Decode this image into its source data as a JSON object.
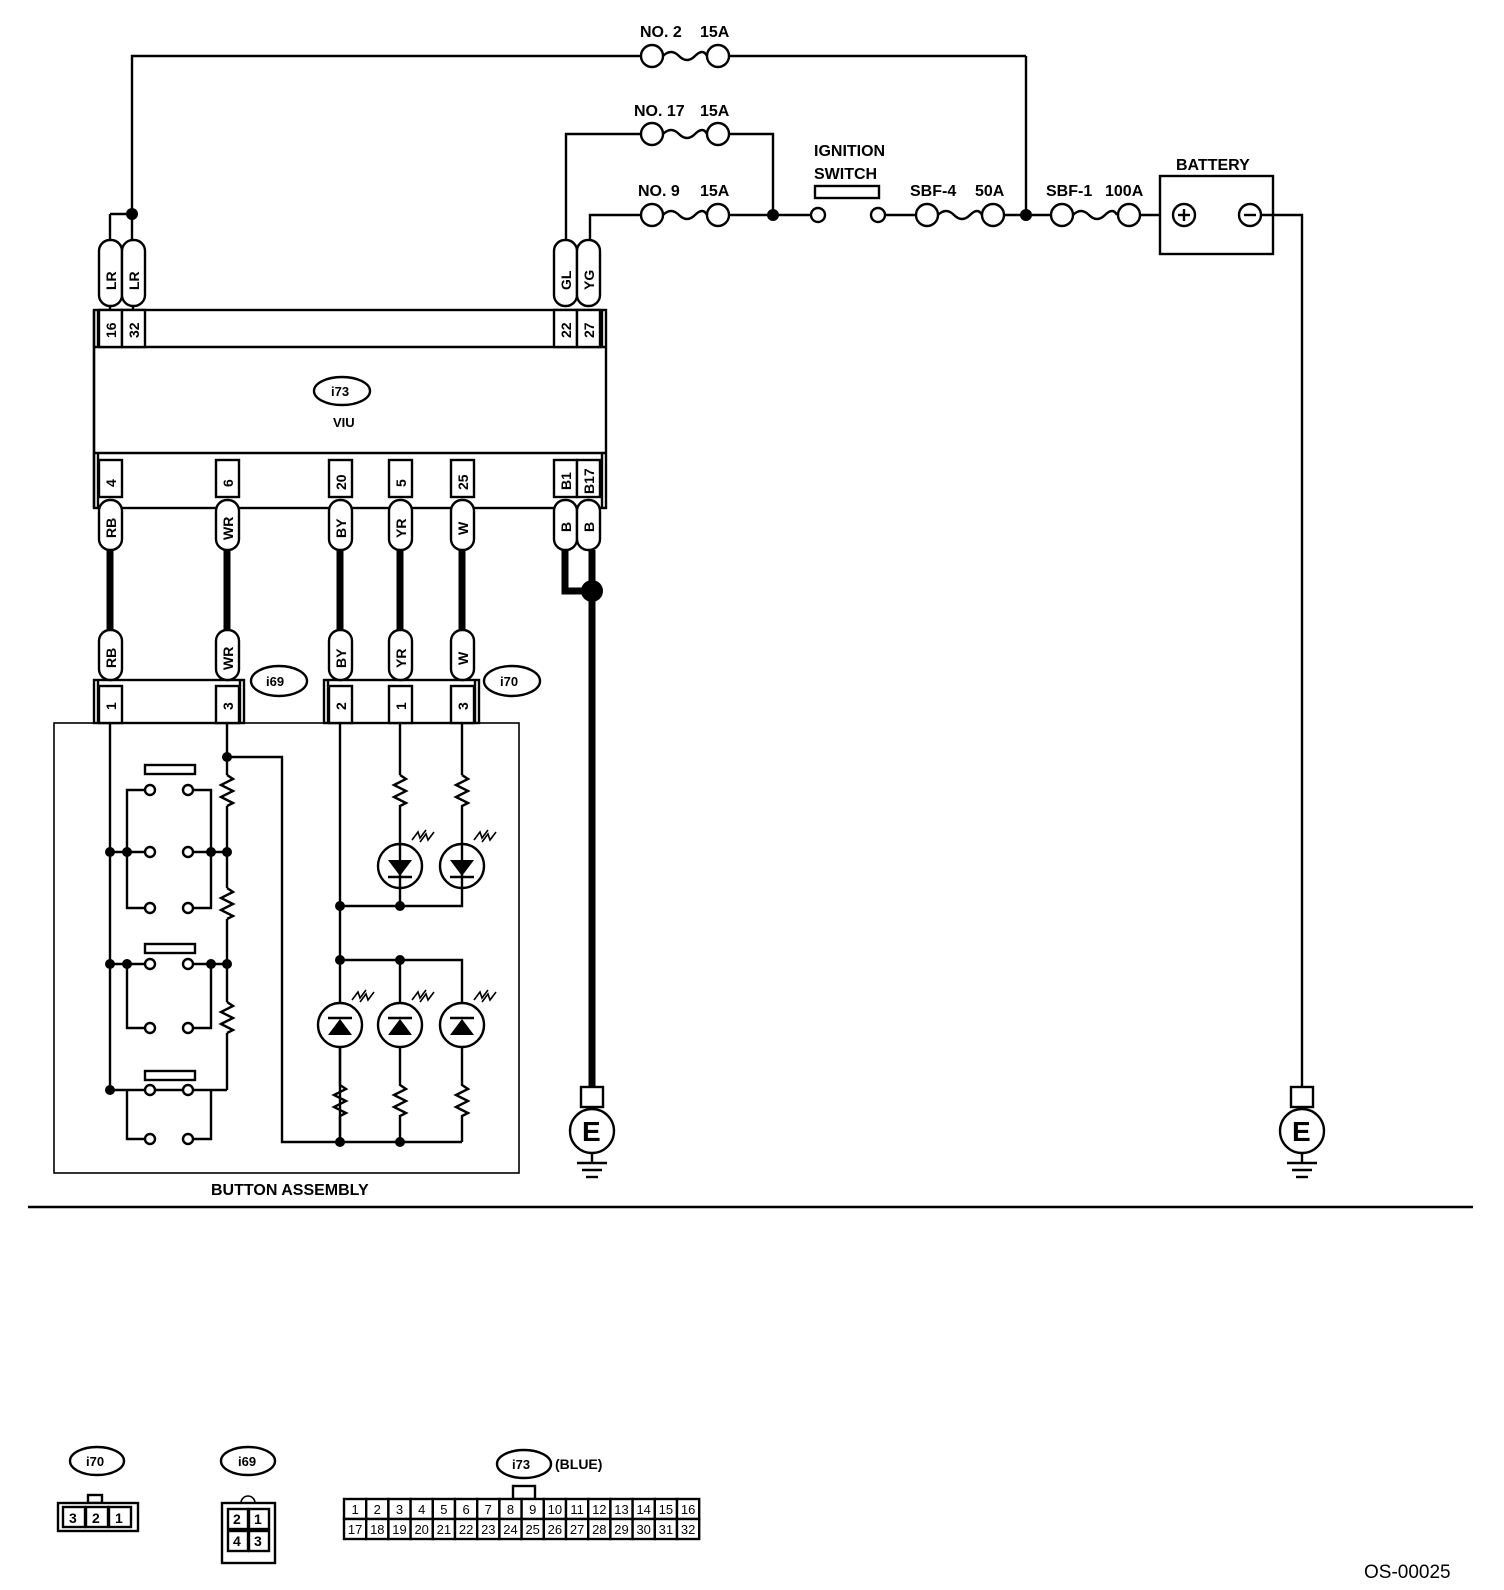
{
  "fuses": {
    "no2": {
      "name": "NO. 2",
      "rating": "15A"
    },
    "no17": {
      "name": "NO. 17",
      "rating": "15A"
    },
    "no9": {
      "name": "NO. 9",
      "rating": "15A"
    },
    "sbf4": {
      "name": "SBF-4",
      "rating": "50A"
    },
    "sbf1": {
      "name": "SBF-1",
      "rating": "100A"
    }
  },
  "ignition_switch": {
    "line1": "IGNITION",
    "line2": "SWITCH"
  },
  "battery": {
    "label": "BATTERY"
  },
  "viu": {
    "connector_id": "i73",
    "label": "VIU",
    "top_wires": [
      "LR",
      "LR",
      "GL",
      "YG"
    ],
    "top_pins": [
      "16",
      "32",
      "22",
      "27"
    ],
    "bottom_pins": [
      "4",
      "6",
      "20",
      "5",
      "25",
      "B1",
      "B17"
    ],
    "bottom_wires": [
      "RB",
      "WR",
      "BY",
      "YR",
      "W",
      "B",
      "B"
    ]
  },
  "i69": {
    "id": "i69",
    "wires": [
      "RB",
      "WR"
    ],
    "pins": [
      "1",
      "3"
    ]
  },
  "i70": {
    "id": "i70",
    "wires": [
      "BY",
      "YR",
      "W"
    ],
    "pins": [
      "2",
      "1",
      "3"
    ]
  },
  "button_assembly": {
    "label": "BUTTON ASSEMBLY"
  },
  "ground_label": "E",
  "connector_views": {
    "i70": {
      "id": "i70",
      "cells": [
        "3",
        "2",
        "1"
      ]
    },
    "i69": {
      "id": "i69",
      "cells": [
        "2",
        "1",
        "4",
        "3"
      ]
    },
    "i73": {
      "id": "i73",
      "note": "(BLUE)",
      "row1": [
        "1",
        "2",
        "3",
        "4",
        "5",
        "6",
        "7",
        "8",
        "9",
        "10",
        "11",
        "12",
        "13",
        "14",
        "15",
        "16"
      ],
      "row2": [
        "17",
        "18",
        "19",
        "20",
        "21",
        "22",
        "23",
        "24",
        "25",
        "26",
        "27",
        "28",
        "29",
        "30",
        "31",
        "32"
      ]
    }
  },
  "figure_code": "OS-00025"
}
